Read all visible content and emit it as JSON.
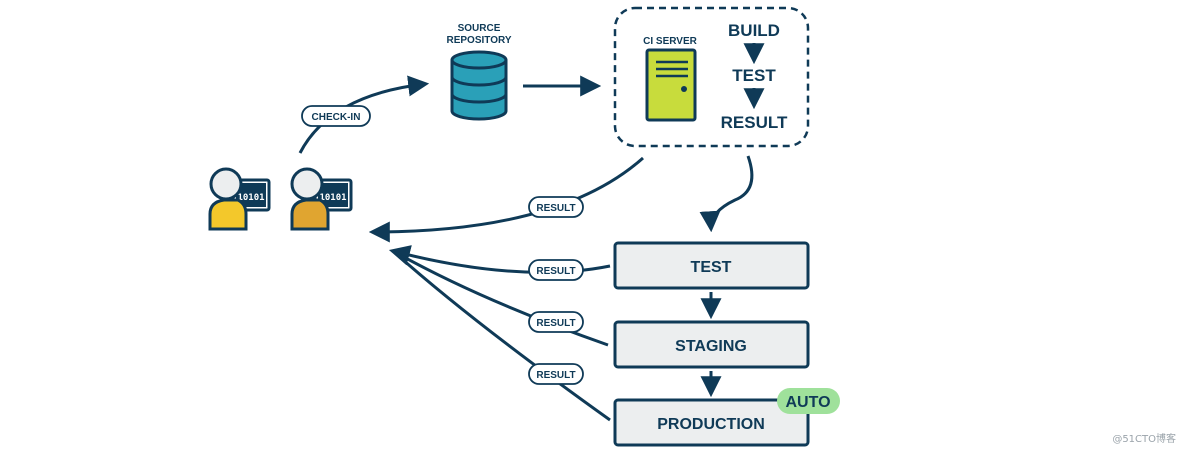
{
  "source_repository": {
    "line1": "SOURCE",
    "line2": "REPOSITORY"
  },
  "ci_server": {
    "label": "CI SERVER",
    "steps": [
      "BUILD",
      "TEST",
      "RESULT"
    ]
  },
  "edge_labels": {
    "check_in": "CHECK-IN",
    "result": "RESULT"
  },
  "developer_screen_text": "10101",
  "stages": [
    "TEST",
    "STAGING",
    "PRODUCTION"
  ],
  "auto_badge": "AUTO",
  "watermark": "@51CTO博客",
  "colors": {
    "navy": "#0f3a57",
    "teal": "#2aa0b8",
    "server_green": "#c8dc3c",
    "stage_fill": "#eceeef",
    "auto_green": "#9fe19b",
    "dev1_shirt": "#f3c82b",
    "dev2_shirt": "#e0a530"
  }
}
